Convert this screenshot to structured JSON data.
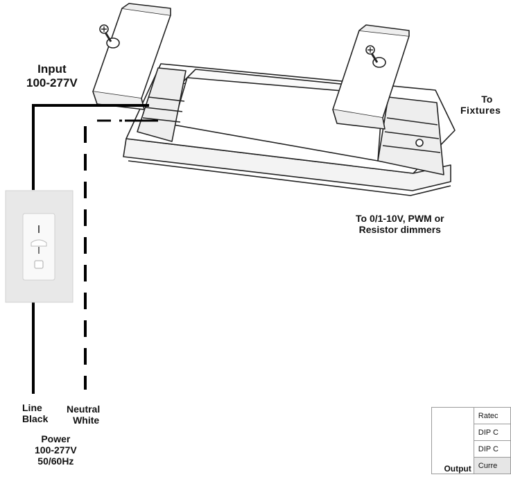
{
  "labels": {
    "input": "Input",
    "input_voltage": "100-277V",
    "to_fixtures_1": "To",
    "to_fixtures_2": "Fixtures",
    "dimmer_1": "To 0/1-10V, PWM or",
    "dimmer_2": "Resistor dimmers",
    "line": "Line",
    "black": "Black",
    "neutral": "Neutral",
    "white": "White",
    "power": "Power",
    "power_voltage": "100-277V",
    "frequency": "50/60Hz"
  },
  "table": {
    "category": "Output",
    "rows": [
      "Ratec",
      "DIP C",
      "DIP C",
      "Curre"
    ]
  },
  "colors": {
    "line": "#000000",
    "housing": "#ffffff",
    "switch_plate": "#e8e8e8"
  }
}
